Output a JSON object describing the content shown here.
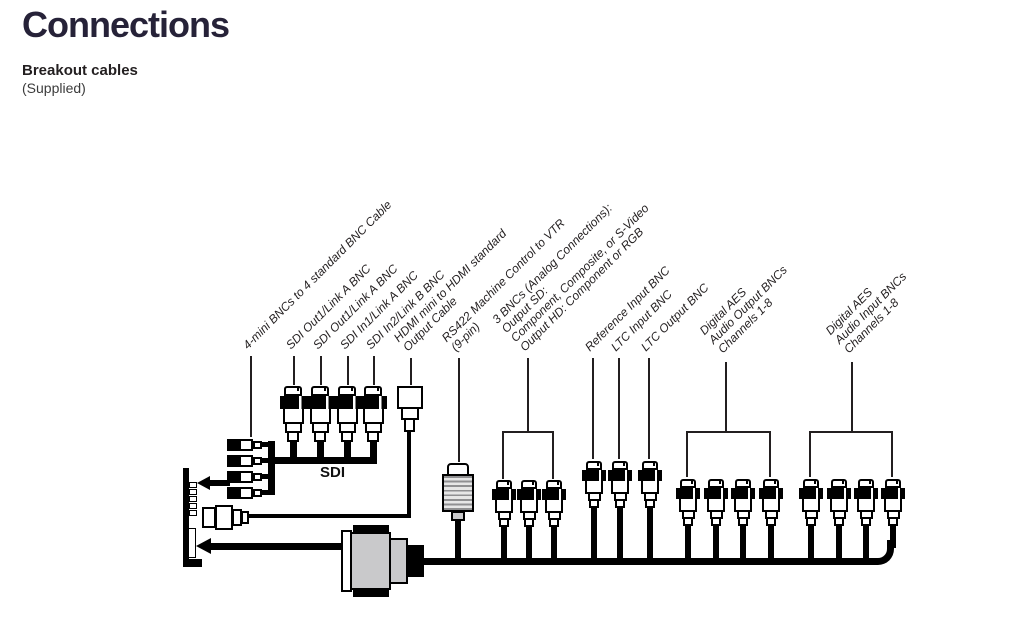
{
  "colors": {
    "ink": "#231f20",
    "title_ink": "#262238",
    "connector_gray": "#c9c9cb",
    "line_black": "#000000"
  },
  "header": {
    "title": "Connections",
    "subtitle": "Breakout cables",
    "subtitle_note": "(Supplied)"
  },
  "diagram": {
    "bus_label": "SDI",
    "labels": [
      {
        "name": "4-mini-bnc-cable",
        "lines": [
          "4-mini BNCs to 4 standard BNC Cable"
        ]
      },
      {
        "name": "sdi-out-bnc-1",
        "lines": [
          "SDI Out1/Link A BNC"
        ]
      },
      {
        "name": "sdi-out-bnc-2",
        "lines": [
          "SDI Out1/Link A BNC"
        ]
      },
      {
        "name": "sdi-in-bnc-1",
        "lines": [
          "SDI In1/Link A BNC"
        ]
      },
      {
        "name": "sdi-in-bnc-2",
        "lines": [
          "SDI In2/Link B BNC"
        ]
      },
      {
        "name": "hdmi-output-cable",
        "lines": [
          "HDMI mini to HDMI standard",
          "Output Cable"
        ]
      },
      {
        "name": "rs422-machine-control",
        "lines": [
          "RS422 Machine Control to VTR",
          "(9-pin)"
        ]
      },
      {
        "name": "analog-3-bncs",
        "lines": [
          "3 BNCs (Analog Connections):",
          "Output SD:",
          "Component, Composite, or S-Video",
          "Output HD: Component or RGB"
        ]
      },
      {
        "name": "reference-input-bnc",
        "lines": [
          "Reference Input BNC"
        ]
      },
      {
        "name": "ltc-input-bnc",
        "lines": [
          "LTC Input BNC"
        ]
      },
      {
        "name": "ltc-output-bnc",
        "lines": [
          "LTC Output BNC"
        ]
      },
      {
        "name": "aes-audio-output",
        "lines": [
          "Digital AES",
          "Audio Output BNCs",
          "Channels 1-8"
        ]
      },
      {
        "name": "aes-audio-input",
        "lines": [
          "Digital AES",
          "Audio Input BNCs",
          "Channels 1-8"
        ]
      }
    ]
  }
}
